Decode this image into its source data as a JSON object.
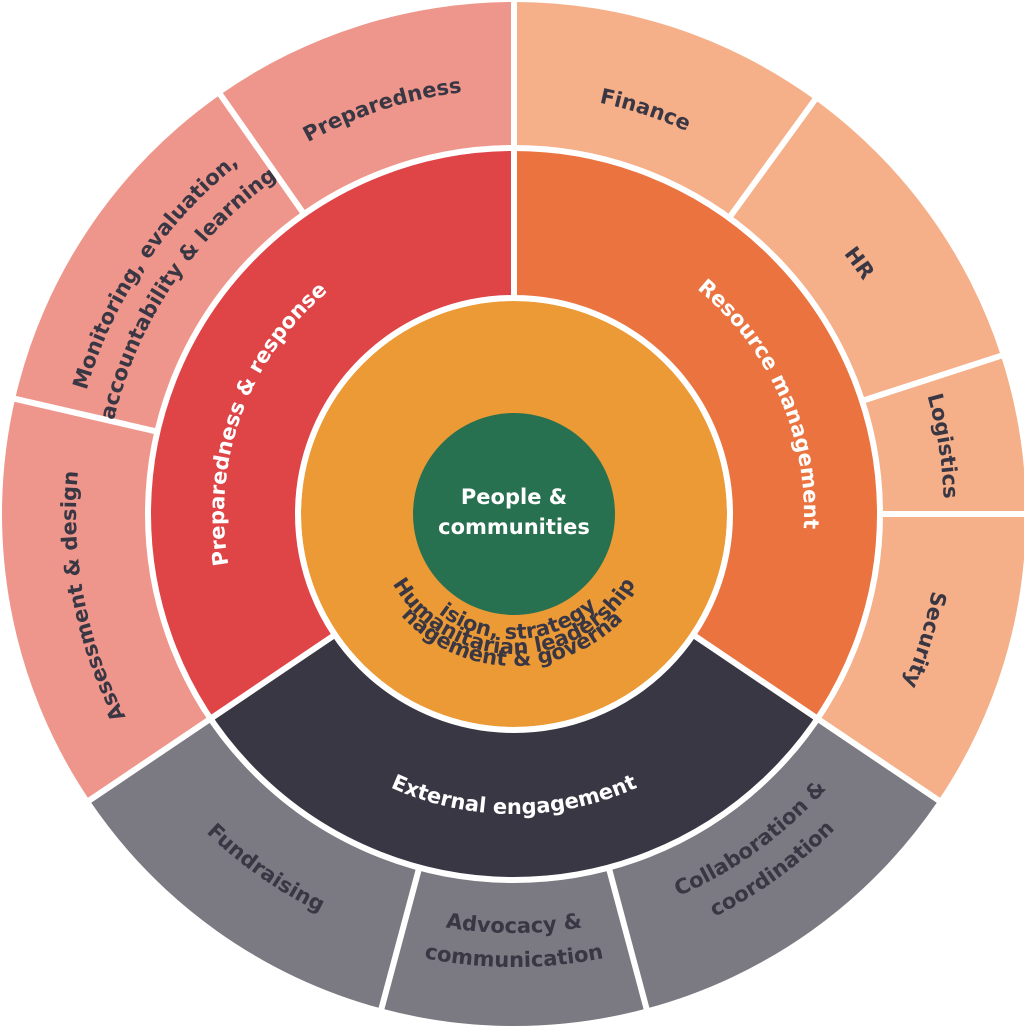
{
  "center": {
    "lines": [
      "People &",
      "communities"
    ]
  },
  "core": {
    "top_label": "Humanitarian leadership",
    "bottom_lines": [
      "Vision, strategy,",
      "management & governance"
    ]
  },
  "middle": [
    {
      "id": "preparedness-response",
      "label": "Preparedness & response"
    },
    {
      "id": "resource-management",
      "label": "Resource management"
    },
    {
      "id": "external-engagement",
      "label": "External engagement"
    }
  ],
  "outer": [
    {
      "id": "finance",
      "lines": [
        "Finance"
      ]
    },
    {
      "id": "hr",
      "lines": [
        "HR"
      ]
    },
    {
      "id": "logistics",
      "lines": [
        "Logistics"
      ]
    },
    {
      "id": "security",
      "lines": [
        "Security"
      ]
    },
    {
      "id": "collaboration-coordination",
      "lines": [
        "Collaboration &",
        "coordination"
      ]
    },
    {
      "id": "advocacy-communication",
      "lines": [
        "Advocacy &",
        "communication"
      ]
    },
    {
      "id": "fundraising",
      "lines": [
        "Fundraising"
      ]
    },
    {
      "id": "assessment-design",
      "lines": [
        "Assessment & design"
      ]
    },
    {
      "id": "monitoring-evaluation",
      "lines": [
        "Monitoring, evaluation,",
        "accountability & learning"
      ]
    },
    {
      "id": "preparedness",
      "lines": [
        "Preparedness"
      ]
    }
  ],
  "colors": {
    "center_fill": "#277150",
    "core_fill": "#EC9A35",
    "core_text": "#3A3744",
    "preparedness_response_fill": "#DF4447",
    "resource_management_fill": "#EB733F",
    "external_engagement_fill": "#3A3744",
    "outer_red_fill": "#EE968B",
    "outer_orange_fill": "#F5AF89",
    "outer_grey_fill": "#7B7981",
    "outer_text": "#3A3744",
    "light_text": "#FFFFFF",
    "divider": "#FFFFFF"
  }
}
